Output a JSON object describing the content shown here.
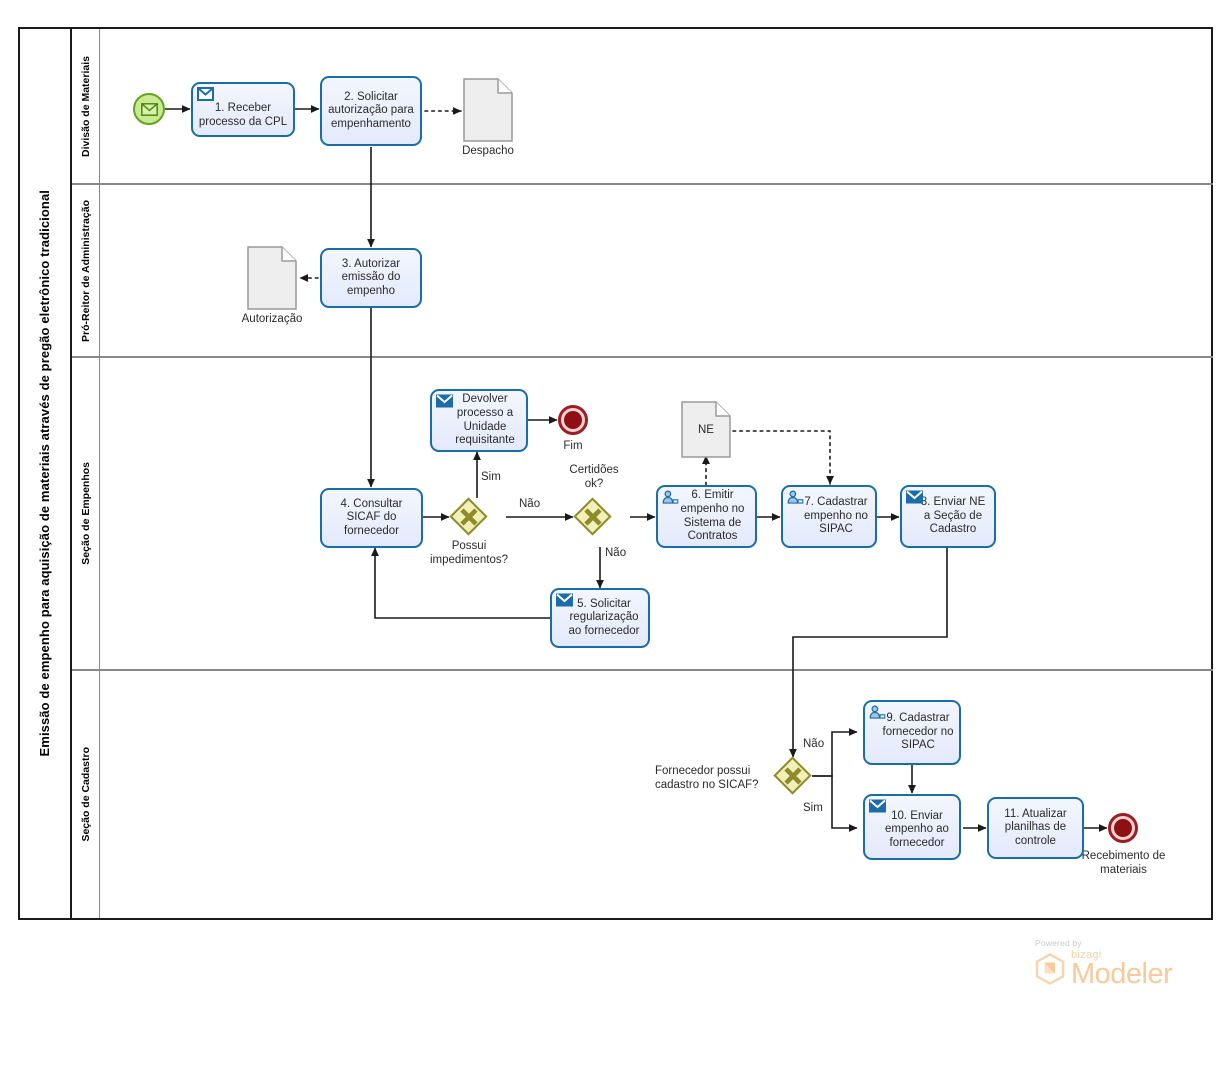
{
  "pool": {
    "title": "Emissão de empenho para aquisição de materiais através de pregão eletrônico tradicional"
  },
  "lanes": [
    {
      "id": "lane-divisao-materiais",
      "label": "Divisão de Materiais"
    },
    {
      "id": "lane-pro-reitor",
      "label": "Pró-Reitor de Administração"
    },
    {
      "id": "lane-secao-empenhos",
      "label": "Seção de Empenhos"
    },
    {
      "id": "lane-secao-cadastro",
      "label": "Seção de Cadastro"
    }
  ],
  "events": {
    "start": {
      "name": "start-message-event",
      "label": "",
      "type": "message-start",
      "color": "#c9ea92"
    },
    "end_fim": {
      "name": "end-event-fim",
      "label": "Fim",
      "color": "#8f1012"
    },
    "end_recebimento": {
      "name": "end-event-recebimento",
      "label": "Recebimento de materiais",
      "color": "#8f1012"
    }
  },
  "tasks": [
    {
      "id": "t1",
      "label": "1. Receber processo da CPL",
      "icon": "envelope-receive-icon"
    },
    {
      "id": "t2",
      "label": "2. Solicitar autorização para empenhamento",
      "icon": "none"
    },
    {
      "id": "t3",
      "label": "3. Autorizar emissão do empenho",
      "icon": "none"
    },
    {
      "id": "t4",
      "label": "4. Consultar SICAF do fornecedor",
      "icon": "none"
    },
    {
      "id": "td",
      "label": "Devolver processo a Unidade requisitante",
      "icon": "envelope-send-icon"
    },
    {
      "id": "t5",
      "label": "5. Solicitar regularização ao fornecedor",
      "icon": "envelope-send-icon"
    },
    {
      "id": "t6",
      "label": "6. Emitir empenho no Sistema de Contratos",
      "icon": "user-task-icon"
    },
    {
      "id": "t7",
      "label": "7. Cadastrar empenho no SIPAC",
      "icon": "user-task-icon"
    },
    {
      "id": "t8",
      "label": "8. Enviar NE a Seção de Cadastro",
      "icon": "envelope-send-icon"
    },
    {
      "id": "t9",
      "label": "9. Cadastrar fornecedor no SIPAC",
      "icon": "user-task-icon"
    },
    {
      "id": "t10",
      "label": "10. Enviar empenho ao fornecedor",
      "icon": "envelope-send-icon"
    },
    {
      "id": "t11",
      "label": "11. Atualizar planilhas de controle",
      "icon": "none"
    }
  ],
  "gateways": [
    {
      "id": "g1",
      "label": "Possui impedimentos?",
      "type": "exclusive"
    },
    {
      "id": "g2",
      "label": "Certidões ok?",
      "type": "exclusive"
    },
    {
      "id": "g3",
      "label": "Fornecedor possui cadastro no SICAF?",
      "type": "exclusive"
    }
  ],
  "data_objects": [
    {
      "id": "d1",
      "label": "Despacho",
      "position": "below"
    },
    {
      "id": "d2",
      "label": "Autorização",
      "position": "below"
    },
    {
      "id": "d3",
      "label": "NE",
      "position": "inside"
    }
  ],
  "flow_labels": {
    "g1_sim": "Sim",
    "g1_nao": "Não",
    "g2_nao": "Não",
    "g3_nao": "Não",
    "g3_sim": "Sim"
  },
  "branding": {
    "powered_by": "Powered by",
    "brand": "bizagi",
    "product": "Modeler"
  },
  "colors": {
    "task_border": "#1b6ca8",
    "task_fill": "#e3eafb",
    "gateway_fill": "#f2f0b9",
    "gateway_border": "#8d8b2a",
    "start_fill": "#c9ea92",
    "start_border": "#62a420",
    "end_fill": "#8f1012",
    "end_border": "#9f1d20",
    "flow_line": "#1a1a1a",
    "pool_border": "#1a1a1a",
    "lane_border": "#888888",
    "brand_orange": "#f8c99a"
  }
}
